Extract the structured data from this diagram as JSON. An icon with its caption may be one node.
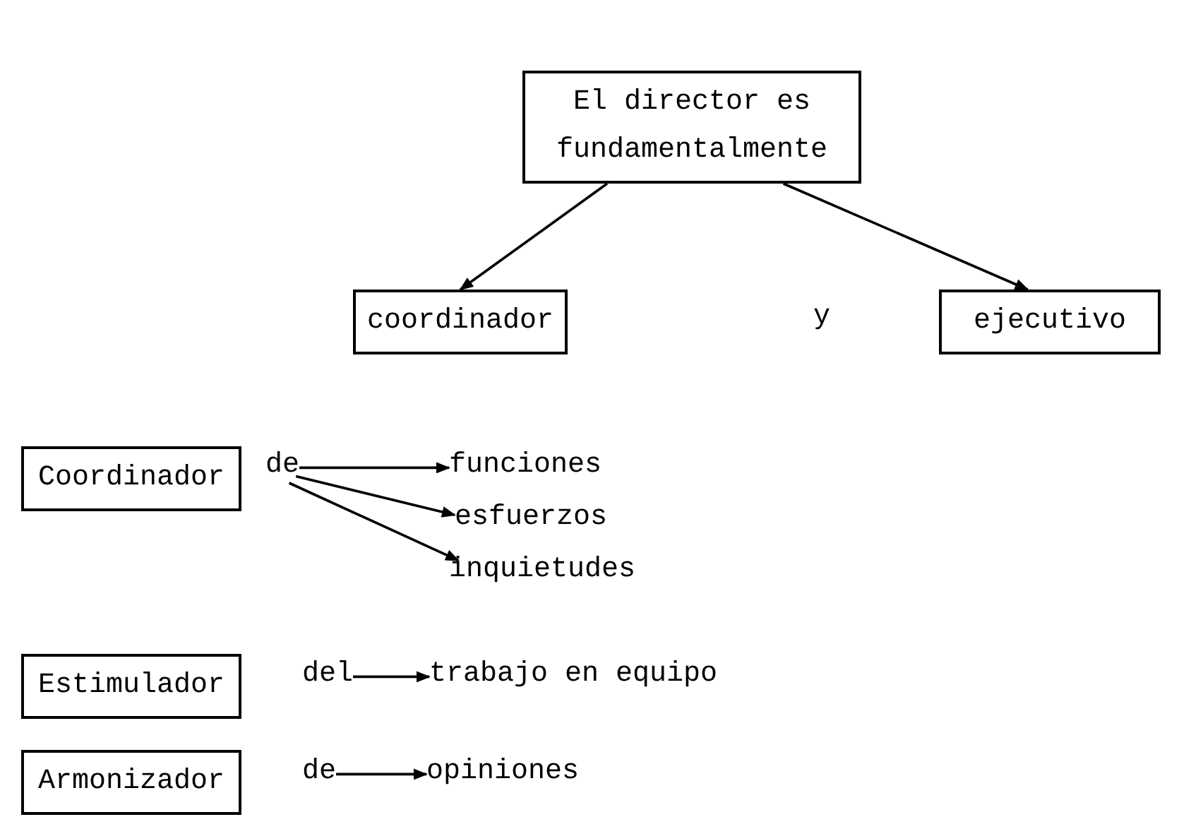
{
  "diagram": {
    "nodes": [
      {
        "text": [
          "El director es fundamentalmente"
        ]
      },
      {
        "text": [
          "coordinador"
        ]
      },
      {
        "text": [
          "ejecutivo"
        ]
      },
      {
        "text": [
          "Coordinador"
        ]
      },
      {
        "text": [
          "de"
        ]
      },
      {
        "text": [
          "funciones"
        ]
      },
      {
        "text": [
          "esfuerzos"
        ]
      },
      {
        "text": [
          "inquietudes"
        ]
      },
      {
        "text": [
          "Estimulador"
        ]
      },
      {
        "text": [
          "del"
        ]
      },
      {
        "text": [
          "trabajo en equipo"
        ]
      },
      {
        "text": [
          "Armonizador"
        ]
      },
      {
        "text": [
          "de"
        ]
      },
      {
        "text": [
          "opiniones"
        ]
      }
    ],
    "edges": [
      {
        "from": 0,
        "to": 1,
        "arrow": "to"
      },
      {
        "from": 0,
        "to": 2,
        "arrow": "to"
      },
      {
        "from": 4,
        "to": 5,
        "arrow": "to"
      },
      {
        "from": 4,
        "to": 6,
        "arrow": "to"
      },
      {
        "from": 4,
        "to": 7,
        "arrow": "to"
      },
      {
        "from": 9,
        "to": 10,
        "arrow": "to"
      },
      {
        "from": 12,
        "to": 13,
        "arrow": "to"
      }
    ],
    "labels": [
      "y"
    ]
  }
}
